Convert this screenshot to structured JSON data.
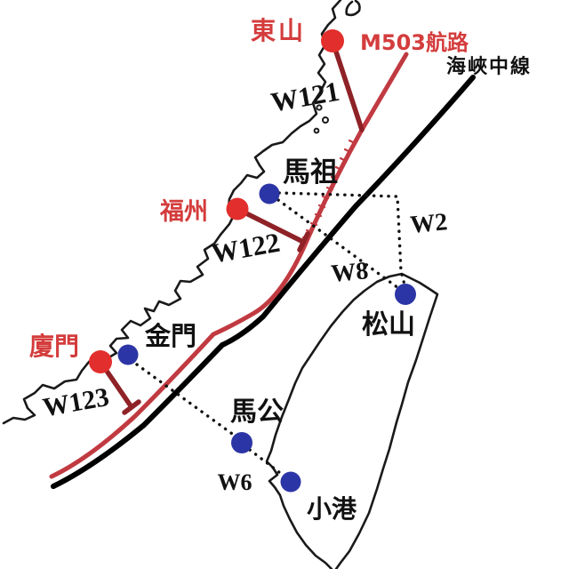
{
  "map": {
    "labels": {
      "dongshan": "東山",
      "fuzhou": "福州",
      "xiamen": "廈門",
      "mazu": "馬祖",
      "kinmen": "金門",
      "songshan": "松山",
      "magong": "馬公",
      "xiaogang": "小港",
      "m503": "M503航路",
      "median_line": "海峽中線",
      "w121": "W121",
      "w122": "W122",
      "w123": "W123",
      "w2": "W2",
      "w8": "W8",
      "w6": "W6"
    },
    "colors": {
      "route_red": "#c13a41",
      "connector_dark_red": "#8e2227",
      "median_black": "#000000",
      "dotted_black": "#111111",
      "city_dot_red": "#e22e2c",
      "city_dot_blue": "#2c35a5",
      "label_red": "#d43c3c",
      "label_black": "#111111",
      "coast": "#1a1a1a"
    }
  }
}
